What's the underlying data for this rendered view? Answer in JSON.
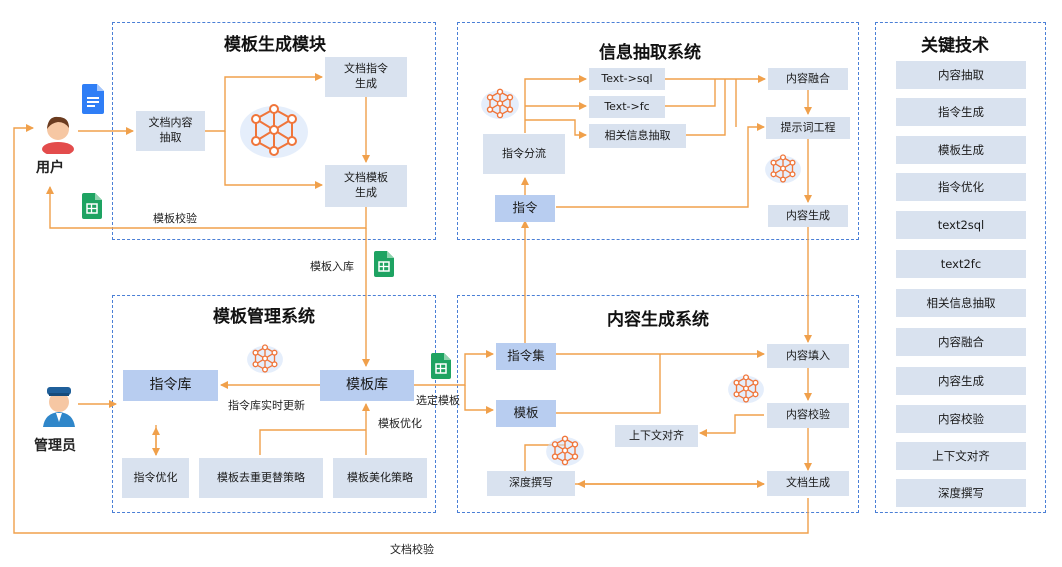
{
  "modules": {
    "template_gen": {
      "title": "模板生成模块",
      "doc_extract": "文档内容\n抽取",
      "doc_instruction": "文档指令\n生成",
      "doc_template": "文档模板\n生成",
      "template_verify": "模板校验"
    },
    "info_extract": {
      "title": "信息抽取系统",
      "instruction_split": "指令分流",
      "instruction": "指令",
      "text_sql": "Text->sql",
      "text_fc": "Text->fc",
      "related_info": "相关信息抽取",
      "content_fusion": "内容融合",
      "prompt_eng": "提示词工程",
      "content_gen": "内容生成"
    },
    "template_mgmt": {
      "title": "模板管理系统",
      "instruction_lib": "指令库",
      "template_lib": "模板库",
      "lib_update": "指令库实时更新",
      "template_optimize": "模板优化",
      "instruction_optimize": "指令优化",
      "dedup_strategy": "模板去重更替策略",
      "beautify_strategy": "模板美化策略"
    },
    "content_gen": {
      "title": "内容生成系统",
      "instruction_set": "指令集",
      "template": "模板",
      "content_fill": "内容填入",
      "content_verify": "内容校验",
      "context_align": "上下文对齐",
      "deep_write": "深度撰写",
      "doc_gen": "文档生成"
    }
  },
  "actors": {
    "user": "用户",
    "admin": "管理员"
  },
  "flows": {
    "template_storage": "模板入库",
    "select_template": "选定模板",
    "doc_verify": "文档校验"
  },
  "key_tech": {
    "title": "关键技术",
    "items": [
      "内容抽取",
      "指令生成",
      "模板生成",
      "指令优化",
      "text2sql",
      "text2fc",
      "相关信息抽取",
      "内容融合",
      "内容生成",
      "内容校验",
      "上下文对齐",
      "深度撰写"
    ]
  },
  "colors": {
    "panel_border": "#4a7fd6",
    "arrow": "#f0a04b",
    "box": "#d9e2ef",
    "box_blue": "#b8cdf0",
    "ai_icon": "#f0753a"
  },
  "icons": [
    "ai-network-icon",
    "google-docs-icon",
    "google-sheets-icon",
    "user-avatar-icon",
    "admin-avatar-icon"
  ]
}
